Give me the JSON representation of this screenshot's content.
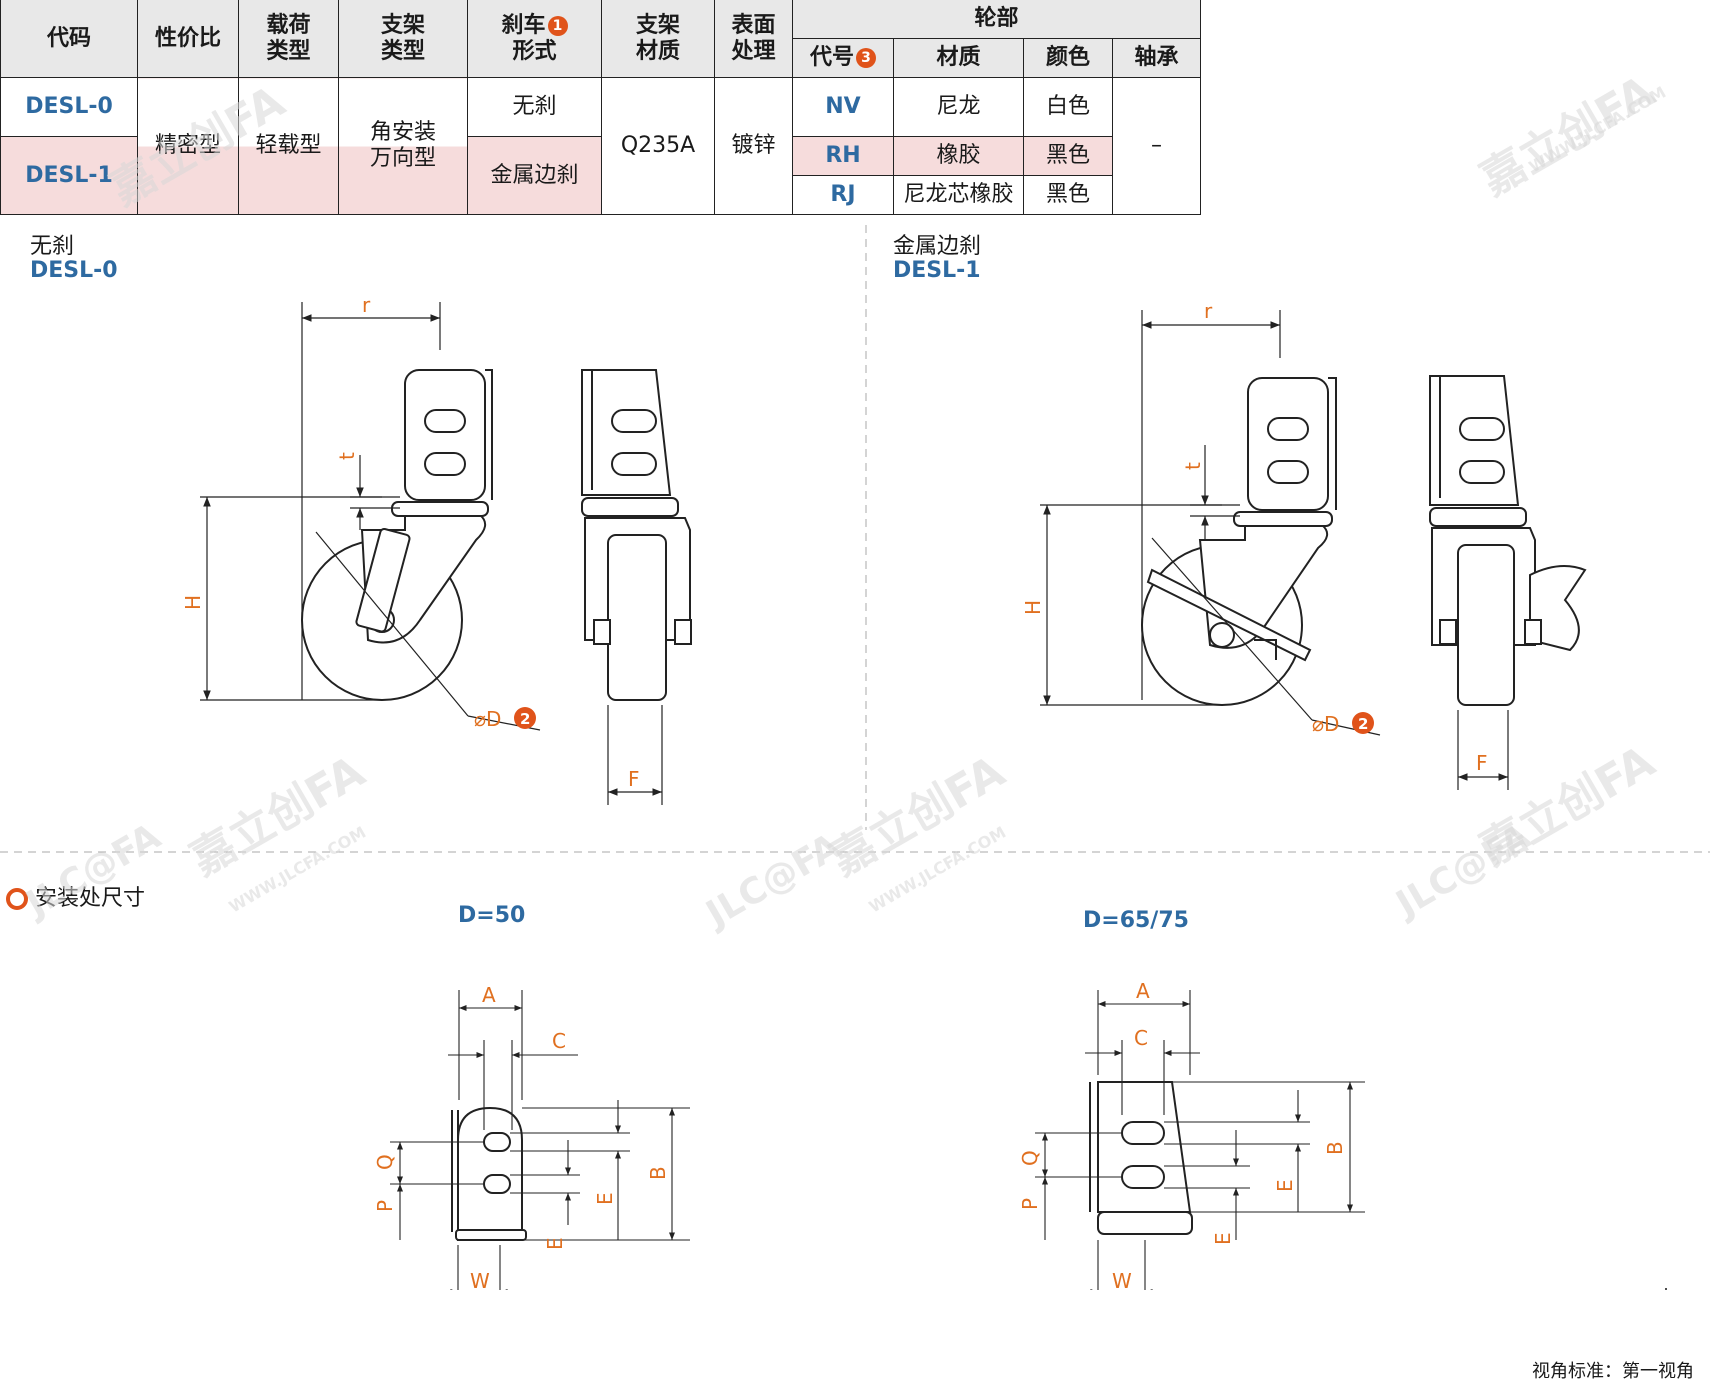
{
  "table": {
    "headers": {
      "code": "代码",
      "cost": "性价比",
      "load": [
        "载荷",
        "类型"
      ],
      "bracket": [
        "支架",
        "类型"
      ],
      "brake": [
        "刹车",
        "形式"
      ],
      "material": [
        "支架",
        "材质"
      ],
      "surface": [
        "表面",
        "处理"
      ],
      "wheel": "轮部",
      "wheel_code": "代号",
      "wheel_material": "材质",
      "wheel_color": "颜色",
      "wheel_bearing": "轴承"
    },
    "badges": {
      "brake": "1",
      "diameter": "2",
      "wheel_code": "3"
    },
    "codes": [
      "DESL-0",
      "DESL-1"
    ],
    "cost_type": "精密型",
    "load_type": "轻载型",
    "bracket_type": [
      "角安装",
      "万向型"
    ],
    "brakes": [
      "无刹",
      "金属边刹"
    ],
    "bracket_material": "Q235A",
    "surface_treatment": "镀锌",
    "wheels": [
      {
        "code": "NV",
        "material": "尼龙",
        "color": "白色"
      },
      {
        "code": "RH",
        "material": "橡胶",
        "color": "黑色"
      },
      {
        "code": "RJ",
        "material": "尼龙芯橡胶",
        "color": "黑色"
      }
    ],
    "bearing": "–"
  },
  "drawings": {
    "left": {
      "title": "无刹",
      "code": "DESL-0"
    },
    "right": {
      "title": "金属边刹",
      "code": "DESL-1"
    },
    "labels": {
      "r": "r",
      "t": "t",
      "H": "H",
      "D": "⌀D",
      "F": "F"
    }
  },
  "mount": {
    "section_title": "安装处尺寸",
    "left_title": "D=50",
    "right_title": "D=65/75",
    "labels": {
      "A": "A",
      "B": "B",
      "C": "C",
      "E": "E",
      "P": "P",
      "Q": "Q",
      "W": "W"
    }
  },
  "projection": "视角标准：第一视角",
  "watermark": {
    "brand": "嘉立创FA",
    "url": "WWW.JLCFA.COM",
    "logo": "JLC@FA"
  },
  "colors": {
    "accent": "#e0531a",
    "code_blue": "#2e6aa1",
    "dim": "#e07020",
    "pink": "#f6dcdc"
  }
}
